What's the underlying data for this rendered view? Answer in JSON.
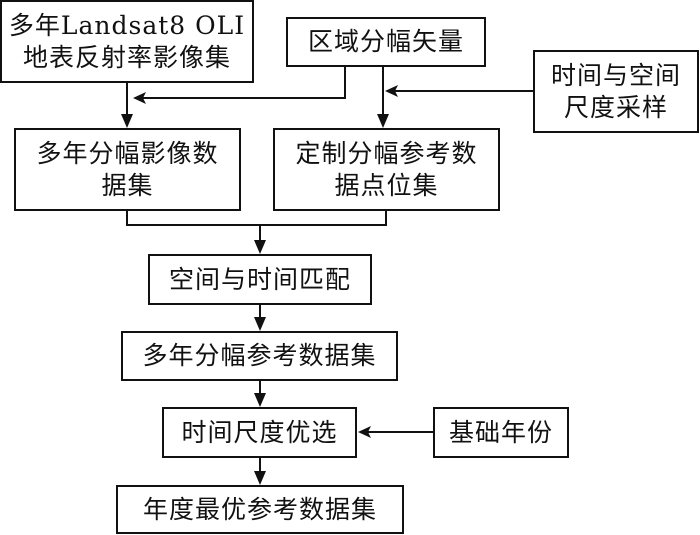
{
  "diagram": {
    "type": "flowchart",
    "nodes": {
      "landsat": {
        "lines": [
          "多年Landsat8 OLI",
          "地表反射率影像集"
        ]
      },
      "region_vector": {
        "lines": [
          "区域分幅矢量"
        ]
      },
      "sampling": {
        "lines": [
          "时间与空间",
          "尺度采样"
        ]
      },
      "multi_year_images": {
        "lines": [
          "多年分幅影像数",
          "据集"
        ]
      },
      "custom_points": {
        "lines": [
          "定制分幅参考数",
          "据点位集"
        ]
      },
      "match": {
        "lines": [
          "空间与时间匹配"
        ]
      },
      "multi_year_ref": {
        "lines": [
          "多年分幅参考数据集"
        ]
      },
      "temporal_select": {
        "lines": [
          "时间尺度优选"
        ]
      },
      "base_year": {
        "lines": [
          "基础年份"
        ]
      },
      "annual_best": {
        "lines": [
          "年度最优参考数据集"
        ]
      }
    },
    "edges": [
      {
        "from": "landsat",
        "to": "multi_year_images"
      },
      {
        "from": "region_vector",
        "to": "multi_year_images"
      },
      {
        "from": "region_vector",
        "to": "custom_points"
      },
      {
        "from": "sampling",
        "to": "custom_points"
      },
      {
        "from": "multi_year_images",
        "to": "match"
      },
      {
        "from": "custom_points",
        "to": "match"
      },
      {
        "from": "match",
        "to": "multi_year_ref"
      },
      {
        "from": "multi_year_ref",
        "to": "temporal_select"
      },
      {
        "from": "base_year",
        "to": "temporal_select"
      },
      {
        "from": "temporal_select",
        "to": "annual_best"
      }
    ]
  }
}
